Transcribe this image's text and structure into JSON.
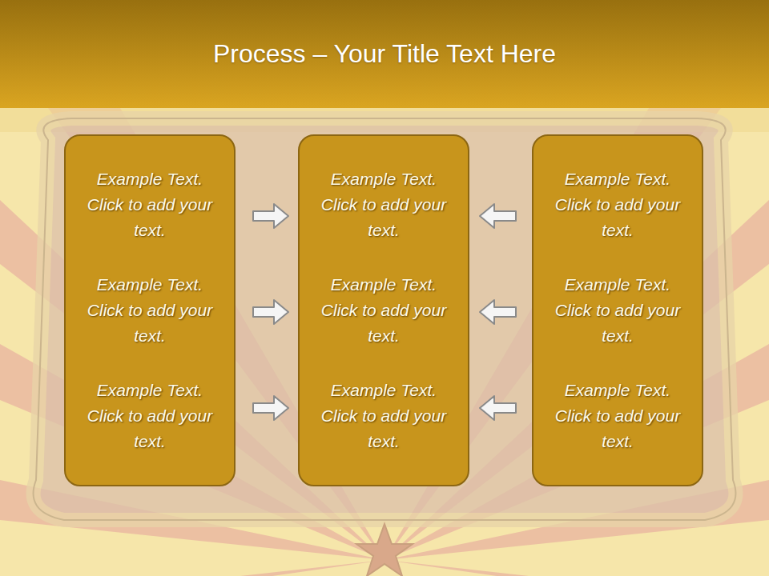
{
  "diagram": {
    "title": "Process – Your Title Text Here",
    "nodes": [
      {
        "text": [
          "Example Text. Click  to add your text.",
          "Example Text. Click  to add your text.",
          "Example Text. Click  to add your text."
        ]
      },
      {
        "text": [
          "Example Text. Click  to add your text.",
          "Example Text. Click  to add your text.",
          "Example Text. Click  to add your text."
        ]
      },
      {
        "text": [
          "Example Text. Click  to add your text.",
          "Example Text. Click  to add your text.",
          "Example Text. Click  to add your text."
        ]
      }
    ],
    "edges": [
      {
        "from": 0,
        "to": 1,
        "arrow": "to"
      },
      {
        "from": 0,
        "to": 1,
        "arrow": "to"
      },
      {
        "from": 0,
        "to": 1,
        "arrow": "to"
      },
      {
        "from": 2,
        "to": 1,
        "arrow": "to"
      },
      {
        "from": 2,
        "to": 1,
        "arrow": "to"
      },
      {
        "from": 2,
        "to": 1,
        "arrow": "to"
      }
    ]
  }
}
